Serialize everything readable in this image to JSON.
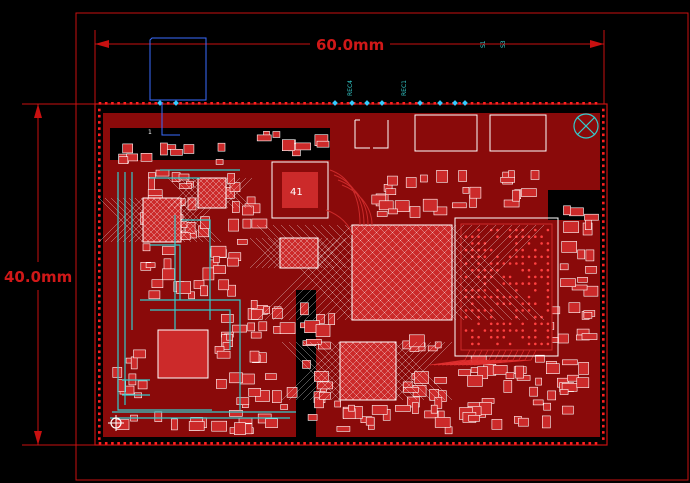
{
  "dimensions": {
    "width_label": "60.0mm",
    "height_label": "40.0mm"
  },
  "board": {
    "chip_label": "41",
    "pin_label": "1",
    "silk_labels": [
      "REC4",
      "REC1",
      "S1",
      "S3"
    ]
  },
  "colors": {
    "background": "#000000",
    "outline": "#c81010",
    "copper": "#8a0a0a",
    "pad": "#cc2a2a",
    "silk": "#ffffff",
    "trace_blue": "#33cccc",
    "dim_line": "#c81010",
    "dim_text": "#d01818",
    "keepout_blue": "#3a6cff"
  }
}
